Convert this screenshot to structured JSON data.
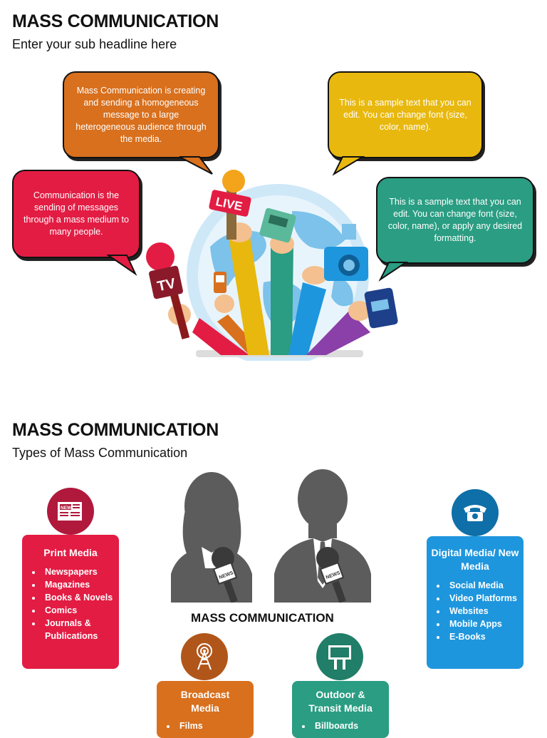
{
  "slide1": {
    "title": "MASS COMMUNICATION",
    "subtitle": "Enter your sub headline here",
    "bubbles": [
      {
        "text": "Mass Communication is creating and sending a homogeneous message to a large heterogeneous audience through the media.",
        "color": "#d8701e"
      },
      {
        "text": "This is a sample text that you can edit. You can change font (size, color, name).",
        "color": "#e8b80e"
      },
      {
        "text": "Communication is the sending of messages through a mass medium to many people.",
        "color": "#e31c43"
      },
      {
        "text": "This is a sample text that you can edit. You can change font (size, color, name), or apply any desired formatting.",
        "color": "#2a9d82"
      }
    ],
    "mic_labels": {
      "live": "LIVE",
      "tv": "TV"
    }
  },
  "slide2": {
    "title": "MASS COMMUNICATION",
    "subtitle": "Types of Mass Communication",
    "center_label": "MASS COMMUNICATION",
    "news_label": "NEWS",
    "cards": {
      "print": {
        "title": "Print Media",
        "color": "#e31c43",
        "icon": "newspaper-icon",
        "news_text": "NEWS",
        "items": [
          "Newspapers",
          "Magazines",
          "Books & Novels",
          "Comics",
          "Journals & Publications"
        ]
      },
      "digital": {
        "title": "Digital Media/ New Media",
        "color": "#1e96dd",
        "icon": "telephone-icon",
        "items": [
          "Social Media",
          "Video Platforms",
          "Websites",
          "Mobile Apps",
          "E-Books"
        ]
      },
      "broadcast": {
        "title": "Broadcast Media",
        "color": "#d8701e",
        "icon": "antenna-icon",
        "items": [
          "Films"
        ]
      },
      "outdoor": {
        "title": "Outdoor & Transit Media",
        "color": "#2a9d82",
        "icon": "billboard-icon",
        "items": [
          "Billboards"
        ]
      }
    }
  }
}
